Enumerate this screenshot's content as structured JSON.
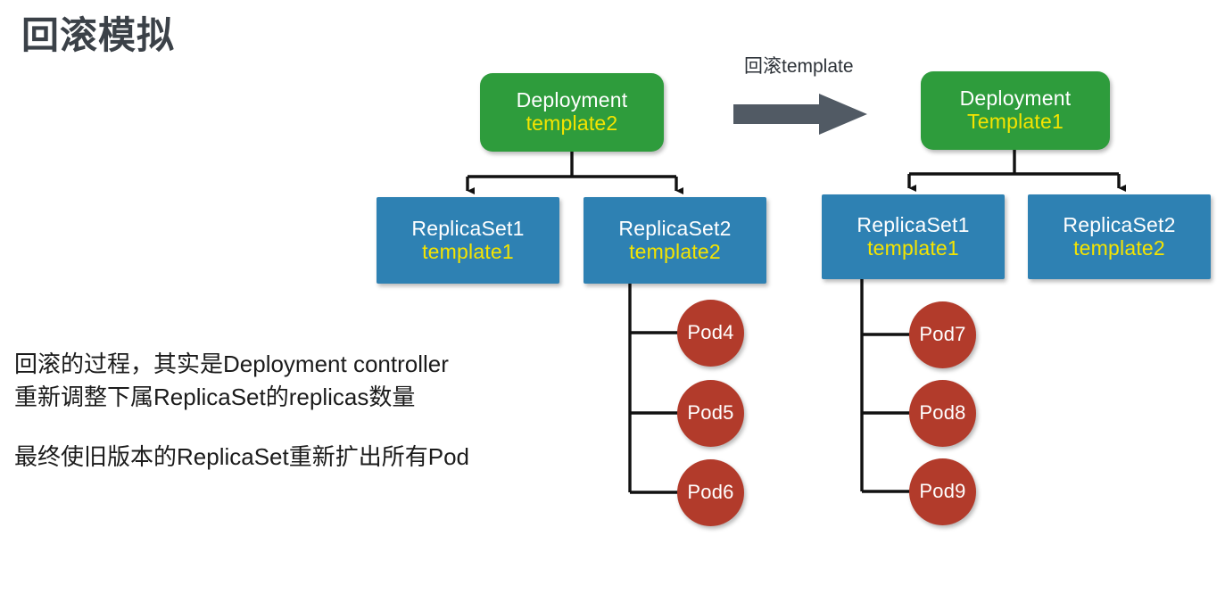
{
  "page": {
    "title": "回滚模拟",
    "background_color": "#ffffff"
  },
  "colors": {
    "deployment_fill": "#2e9c3c",
    "replicaset_fill": "#2e81b3",
    "pod_fill": "#b23b2b",
    "primary_text": "#ffffff",
    "template_text": "#f5e400",
    "arrow_gray": "#515a64",
    "wire_black": "#111111",
    "title_text": "#3b4148"
  },
  "explanation": {
    "paragraph1": [
      "回滚的过程，其实是Deployment controller",
      "重新调整下属ReplicaSet的replicas数量"
    ],
    "paragraph2": [
      "最终使旧版本的ReplicaSet重新扩出所有Pod"
    ]
  },
  "transition": {
    "caption": "回滚template",
    "arrow_icon": "arrow-right-icon"
  },
  "chart_data": {
    "type": "diagram",
    "title": "回滚模拟",
    "panels": [
      {
        "id": "before",
        "root": {
          "kind": "Deployment",
          "name": "Deployment",
          "template": "template2"
        },
        "replicasets": [
          {
            "kind": "ReplicaSet",
            "name": "ReplicaSet1",
            "template": "template1",
            "pods": []
          },
          {
            "kind": "ReplicaSet",
            "name": "ReplicaSet2",
            "template": "template2",
            "pods": [
              "Pod4",
              "Pod5",
              "Pod6"
            ]
          }
        ]
      },
      {
        "id": "after",
        "root": {
          "kind": "Deployment",
          "name": "Deployment",
          "template": "Template1"
        },
        "replicasets": [
          {
            "kind": "ReplicaSet",
            "name": "ReplicaSet1",
            "template": "template1",
            "pods": [
              "Pod7",
              "Pod8",
              "Pod9"
            ]
          },
          {
            "kind": "ReplicaSet",
            "name": "ReplicaSet2",
            "template": "template2",
            "pods": []
          }
        ]
      }
    ]
  },
  "left": {
    "deployment": {
      "name": "Deployment",
      "template": "template2"
    },
    "rs1": {
      "name": "ReplicaSet1",
      "template": "template1"
    },
    "rs2": {
      "name": "ReplicaSet2",
      "template": "template2"
    },
    "pods": [
      {
        "label": "Pod4"
      },
      {
        "label": "Pod5"
      },
      {
        "label": "Pod6"
      }
    ]
  },
  "right": {
    "deployment": {
      "name": "Deployment",
      "template": "Template1"
    },
    "rs1": {
      "name": "ReplicaSet1",
      "template": "template1"
    },
    "rs2": {
      "name": "ReplicaSet2",
      "template": "template2"
    },
    "pods": [
      {
        "label": "Pod7"
      },
      {
        "label": "Pod8"
      },
      {
        "label": "Pod9"
      }
    ]
  }
}
